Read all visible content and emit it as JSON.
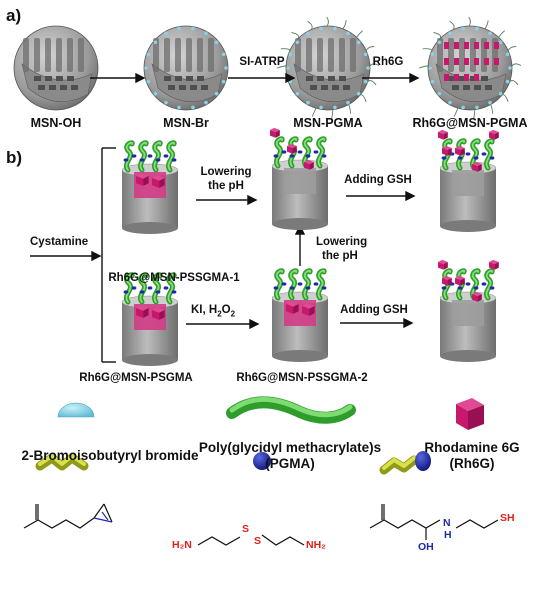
{
  "panel_a": {
    "tag": "a)",
    "labels": [
      "MSN-OH",
      "MSN-Br",
      "MSN-PGMA",
      "Rh6G@MSN-PGMA"
    ],
    "arrows": [
      "SI-ATRP",
      "Rh6G"
    ]
  },
  "panel_b": {
    "tag": "b)",
    "cystamine": "Cystamine",
    "lower_ph_1": [
      "Lowering",
      "the pH"
    ],
    "lower_ph_2": [
      "Lowering",
      "the pH"
    ],
    "gsh_1": "Adding GSH",
    "gsh_2": "Adding GSH",
    "ki_h2o2": "KI, H",
    "ki_sub": "2",
    "ki_o": "O",
    "ki_sub2": "2",
    "pssgma1": "Rh6G@MSN-PSSGMA-1",
    "psgma": "Rh6G@MSN-PSGMA",
    "pssgma2": "Rh6G@MSN-PSSGMA-2"
  },
  "legend": {
    "bromide": "2-Bromoisobutyryl bromide",
    "pgma_1": "Poly(glycidyl methacrylate)s",
    "pgma_2": "(PGMA)",
    "rh6g_1": "Rhodamine 6G",
    "rh6g_2": "(Rh6G)"
  },
  "chemistry": {
    "cystamine_left": "H₂N",
    "cystamine_s1": "S",
    "cystamine_s2": "S",
    "cystamine_right": "NH₂",
    "prod_oh": "OH",
    "prod_h": "H",
    "prod_n": "N",
    "prod_sh": "SH"
  },
  "colors": {
    "bead": "#8ad3e6",
    "polymer": "#3fb53a",
    "rh6g": "#c8186e",
    "cystamine_bead": "#1e2aa8",
    "ring_o": "#1e2aa8",
    "sulfur_red": "#e0201b"
  }
}
